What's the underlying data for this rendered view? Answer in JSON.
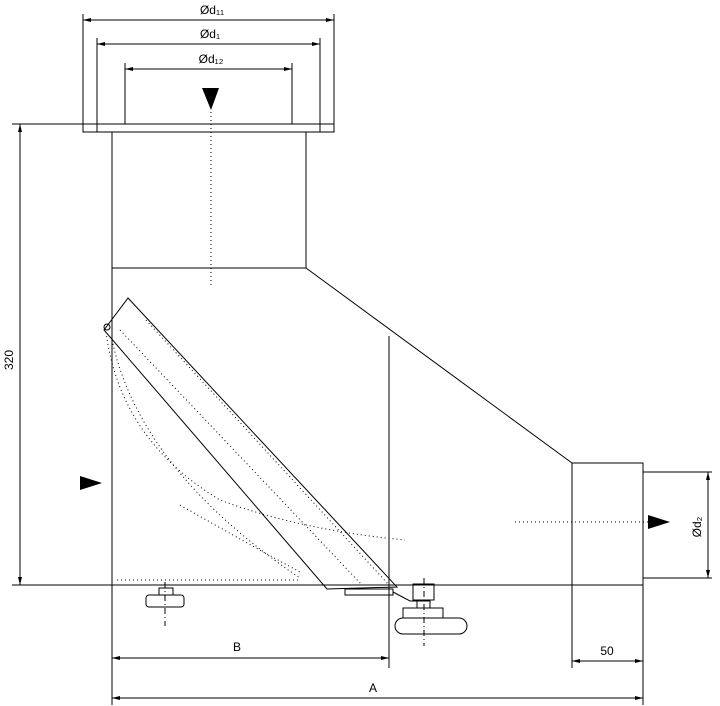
{
  "dimensions": {
    "d_outer": "Ød₁₁",
    "d_mid": "Ød₁",
    "d_inner": "Ød₁₂",
    "d_outlet": "Ød₂",
    "height": "320",
    "b": "B",
    "a": "A",
    "spigot": "50"
  }
}
